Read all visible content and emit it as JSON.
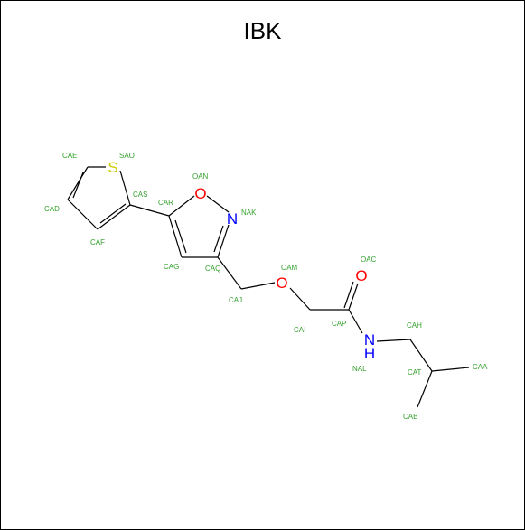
{
  "title": "IBK",
  "colors": {
    "carbon": "#000000",
    "oxygen": "#ff0000",
    "nitrogen": "#0000ff",
    "sulfur": "#cccc00",
    "label": "#33a02c"
  },
  "element_symbols": {
    "S": "S",
    "O": "O",
    "N": "N",
    "H": "H"
  },
  "atoms": [
    {
      "id": "CAE",
      "label": "CAE"
    },
    {
      "id": "SAO",
      "label": "SAO"
    },
    {
      "id": "CAS",
      "label": "CAS"
    },
    {
      "id": "CAD",
      "label": "CAD"
    },
    {
      "id": "CAF",
      "label": "CAF"
    },
    {
      "id": "CAR",
      "label": "CAR"
    },
    {
      "id": "OAN",
      "label": "OAN"
    },
    {
      "id": "NAK",
      "label": "NAK"
    },
    {
      "id": "CAG",
      "label": "CAG"
    },
    {
      "id": "CAQ",
      "label": "CAQ"
    },
    {
      "id": "CAJ",
      "label": "CAJ"
    },
    {
      "id": "OAM",
      "label": "OAM"
    },
    {
      "id": "CAI",
      "label": "CAI"
    },
    {
      "id": "CAP",
      "label": "CAP"
    },
    {
      "id": "OAC",
      "label": "OAC"
    },
    {
      "id": "NAL",
      "label": "NAL"
    },
    {
      "id": "CAH",
      "label": "CAH"
    },
    {
      "id": "CAT",
      "label": "CAT"
    },
    {
      "id": "CAA",
      "label": "CAA"
    },
    {
      "id": "CAB",
      "label": "CAB"
    }
  ]
}
